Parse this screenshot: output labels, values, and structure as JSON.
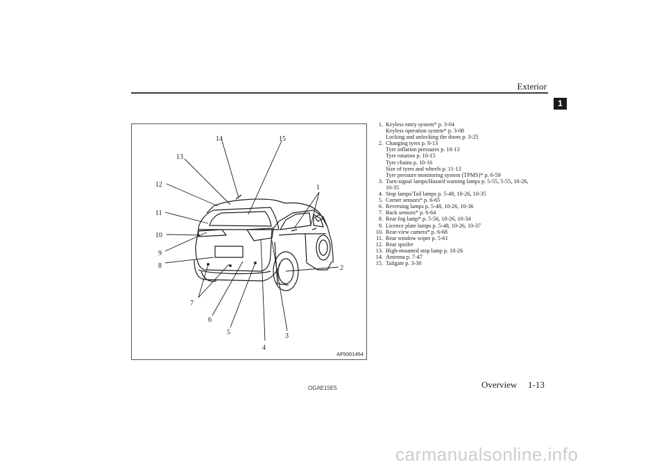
{
  "header": {
    "title": "Exterior",
    "chapter": "1"
  },
  "figure": {
    "code": "AF5001454",
    "callouts": [
      "1",
      "2",
      "3",
      "4",
      "5",
      "6",
      "7",
      "8",
      "9",
      "10",
      "11",
      "12",
      "13",
      "14",
      "15"
    ]
  },
  "items": [
    {
      "num": "1.",
      "lines": [
        "Keyless entry system* p. 3-04",
        "Keyless operation system* p. 3-08",
        "Locking and unlocking the doors p. 3-25"
      ]
    },
    {
      "num": "2.",
      "lines": [
        "Changing tyres p. 8-13",
        "Tyre inflation pressures p. 10-13",
        "Tyre rotation p. 10-15",
        "Tyre chains p. 10-16",
        "Size of tyres and wheels p. 11-13",
        "Tyre pressure monitoring system (TPMS)* p. 6-59"
      ]
    },
    {
      "num": "3.",
      "lines": [
        "Turn-signal lamps/Hazard warning lamps p. 5-55, 5-55, 10-26,",
        "10-35"
      ]
    },
    {
      "num": "4.",
      "lines": [
        "Stop lamps/Tail lamps p. 5-48, 10-26, 10-35"
      ]
    },
    {
      "num": "5.",
      "lines": [
        "Corner sensors* p. 6-65"
      ]
    },
    {
      "num": "6.",
      "lines": [
        "Reversing lamps p. 5-48, 10-26, 10-36"
      ]
    },
    {
      "num": "7.",
      "lines": [
        "Back sensors* p. 6-64"
      ]
    },
    {
      "num": "8.",
      "lines": [
        "Rear fog lamp* p. 5-56, 10-26, 10-34"
      ]
    },
    {
      "num": "9.",
      "lines": [
        "Licence plate lamps p. 5-48, 10-26, 10-37"
      ]
    },
    {
      "num": "10.",
      "lines": [
        "Rear-view camera* p. 6-68"
      ]
    },
    {
      "num": "11.",
      "lines": [
        "Rear window wiper p. 5-61"
      ]
    },
    {
      "num": "12.",
      "lines": [
        "Rear spoiler"
      ]
    },
    {
      "num": "13.",
      "lines": [
        "High-mounted stop lamp p. 10-26"
      ]
    },
    {
      "num": "14.",
      "lines": [
        "Antenna p. 7-47"
      ]
    },
    {
      "num": "15.",
      "lines": [
        "Tailgate p. 3-30"
      ]
    }
  ],
  "footer": {
    "doc_code": "OGAE15E5",
    "section": "Overview",
    "page": "1-13"
  },
  "watermark": "carmanualsonline.info"
}
